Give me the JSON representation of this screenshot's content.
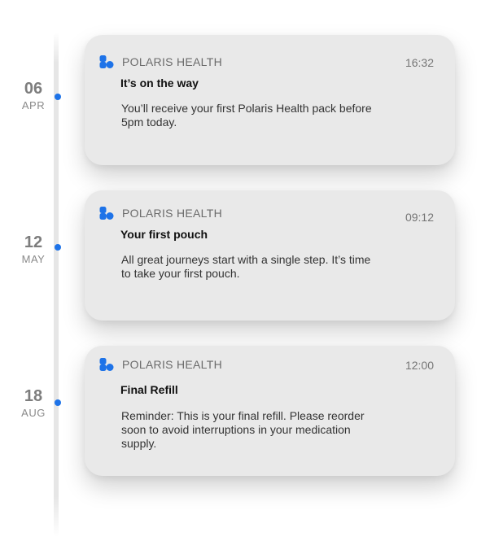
{
  "brand": {
    "name": "POLARIS HEALTH",
    "accent_color": "#1e73e8",
    "icon": "pill-capsule-icon"
  },
  "notifications": [
    {
      "date": {
        "day": "06",
        "month": "APR"
      },
      "time": "16:32",
      "title": "It’s on the way",
      "body": "You’ll receive your first Polaris Health pack before 5pm today."
    },
    {
      "date": {
        "day": "12",
        "month": "MAY"
      },
      "time": "09:12",
      "title": "Your first pouch",
      "body": "All great journeys start with a single step. It’s time to take your first pouch."
    },
    {
      "date": {
        "day": "18",
        "month": "AUG"
      },
      "time": "12:00",
      "title": "Final Refill",
      "body": "Reminder: This is your final refill. Please reorder soon to avoid interruptions in your medication supply."
    }
  ]
}
